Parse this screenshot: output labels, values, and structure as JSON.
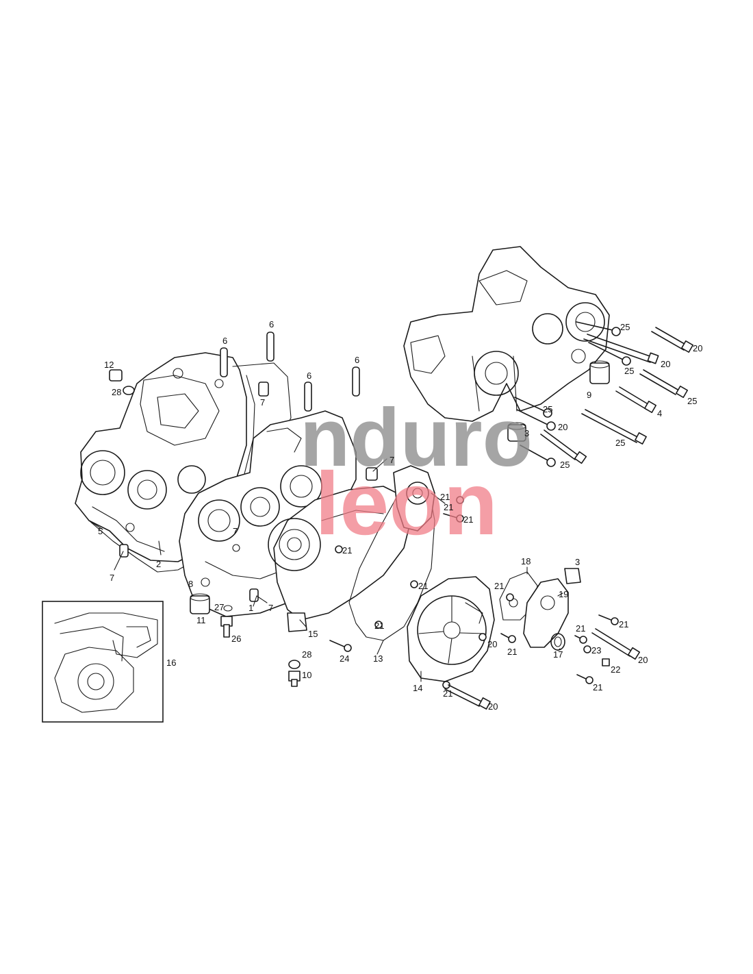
{
  "diagram": {
    "labels": [
      "1",
      "2",
      "3",
      "3",
      "4",
      "5",
      "6",
      "6",
      "6",
      "6",
      "7",
      "7",
      "7",
      "7",
      "7",
      "8",
      "9",
      "10",
      "11",
      "12",
      "13",
      "14",
      "15",
      "16",
      "17",
      "18",
      "19",
      "20",
      "20",
      "20",
      "20",
      "20",
      "20",
      "21",
      "21",
      "21",
      "21",
      "21",
      "21",
      "21",
      "21",
      "21",
      "21",
      "21",
      "21",
      "22",
      "23",
      "24",
      "25",
      "25",
      "25",
      "25",
      "25",
      "25",
      "26",
      "27",
      "28",
      "28"
    ]
  },
  "watermark": {
    "line1": "nduro",
    "line2": "leon",
    "grey": "#8c8c8c",
    "red": "#f07a84"
  }
}
